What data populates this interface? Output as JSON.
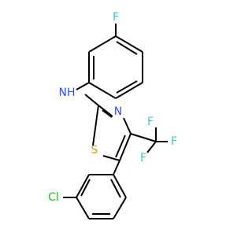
{
  "molecule": {
    "atoms": {
      "F_top": {
        "text": "F",
        "color": "#33CCCC"
      },
      "NH": {
        "text": "NH",
        "color": "#3050F8"
      },
      "N_ring": {
        "text": "N",
        "color": "#3050F8"
      },
      "S": {
        "text": "S",
        "color": "#C8A800"
      },
      "F_cf3_a": {
        "text": "F",
        "color": "#33CCCC"
      },
      "F_cf3_b": {
        "text": "F",
        "color": "#33CCCC"
      },
      "F_cf3_c": {
        "text": "F",
        "color": "#33CCCC"
      },
      "Cl": {
        "text": "Cl",
        "color": "#1FC01F"
      }
    },
    "bond_color": "#000000"
  }
}
